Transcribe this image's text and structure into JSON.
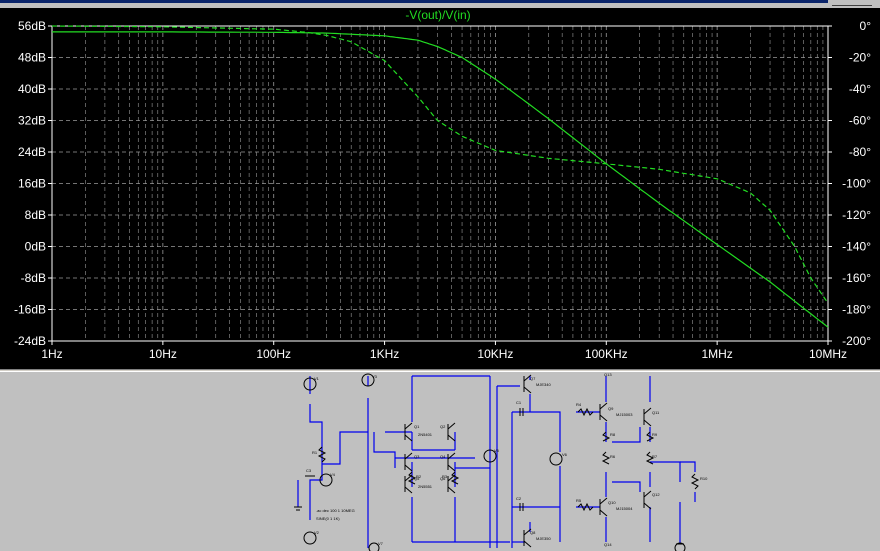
{
  "plot": {
    "title": "-V(out)/V(in)",
    "colors": {
      "background": "#000000",
      "grid": "#9a9a9a",
      "axis_text": "#ffffff",
      "trace": "#22dd22",
      "title": "#22dd22"
    }
  },
  "chart_data": {
    "type": "line",
    "title": "-V(out)/V(in)",
    "x_scale": "log",
    "xlim": [
      1,
      10000000
    ],
    "x_tick_values": [
      1,
      10,
      100,
      1000,
      10000,
      100000,
      1000000,
      10000000
    ],
    "x_tick_labels": [
      "1Hz",
      "10Hz",
      "100Hz",
      "1KHz",
      "10KHz",
      "100KHz",
      "1MHz",
      "10MHz"
    ],
    "ylim_left": [
      -24,
      56
    ],
    "y_left_tick_values": [
      56,
      48,
      40,
      32,
      24,
      16,
      8,
      0,
      -8,
      -16,
      -24
    ],
    "y_left_tick_labels": [
      "56dB",
      "48dB",
      "40dB",
      "32dB",
      "24dB",
      "16dB",
      "8dB",
      "0dB",
      "-8dB",
      "-16dB",
      "-24dB"
    ],
    "ylim_right": [
      -200,
      0
    ],
    "y_right_tick_values": [
      0,
      -20,
      -40,
      -60,
      -80,
      -100,
      -120,
      -140,
      -160,
      -180,
      -200
    ],
    "y_right_tick_labels": [
      "0°",
      "-20°",
      "-40°",
      "-60°",
      "-80°",
      "-100°",
      "-120°",
      "-140°",
      "-160°",
      "-180°",
      "-200°"
    ],
    "grid": true,
    "series": [
      {
        "style": "solid",
        "axis": "left",
        "x": [
          1,
          10,
          100,
          300,
          1000,
          2000,
          3000,
          5000,
          10000,
          30000,
          100000,
          300000,
          1000000,
          3000000,
          10000000
        ],
        "y": [
          54.5,
          54.5,
          54.4,
          54.2,
          53.5,
          52.4,
          50.8,
          48,
          42.5,
          32.5,
          21,
          11,
          0.5,
          -9,
          -20.5
        ]
      },
      {
        "style": "dashed",
        "axis": "right",
        "x": [
          1,
          10,
          100,
          200,
          300,
          500,
          1000,
          2000,
          3000,
          5000,
          10000,
          30000,
          100000,
          300000,
          1000000,
          2000000,
          3000000,
          5000000,
          7000000,
          10000000
        ],
        "y": [
          0,
          -0.5,
          -2,
          -4,
          -6,
          -10,
          -22,
          -45,
          -60,
          -70,
          -79,
          -84,
          -87.5,
          -91,
          -97,
          -106,
          -117,
          -140,
          -160,
          -176
        ]
      }
    ]
  },
  "schematic": {
    "colors": {
      "wire": "#0000ee",
      "component": "#000000",
      "background": "#c0c0c0"
    },
    "labels": [
      "V1",
      "V2",
      "V3",
      "V4",
      "V5",
      "V6",
      "V7",
      "Q1",
      "Q2",
      "Q3",
      "Q4",
      "Q5",
      "Q6",
      "Q7",
      "Q8",
      "Q9",
      "Q10",
      "Q11",
      "Q12",
      "Q13",
      "Q14",
      "R1",
      "R2",
      "R3",
      "R4",
      "R5",
      "R6",
      "R7",
      "R8",
      "R9",
      "R10",
      "C1",
      "C2",
      "C3",
      "2N5401",
      "2N5551",
      "MJE340",
      "MJE350",
      "MJ15003",
      "MJ15004",
      ".ac dec 100 1 10MEG",
      "SINE(0 1 1K)"
    ]
  }
}
